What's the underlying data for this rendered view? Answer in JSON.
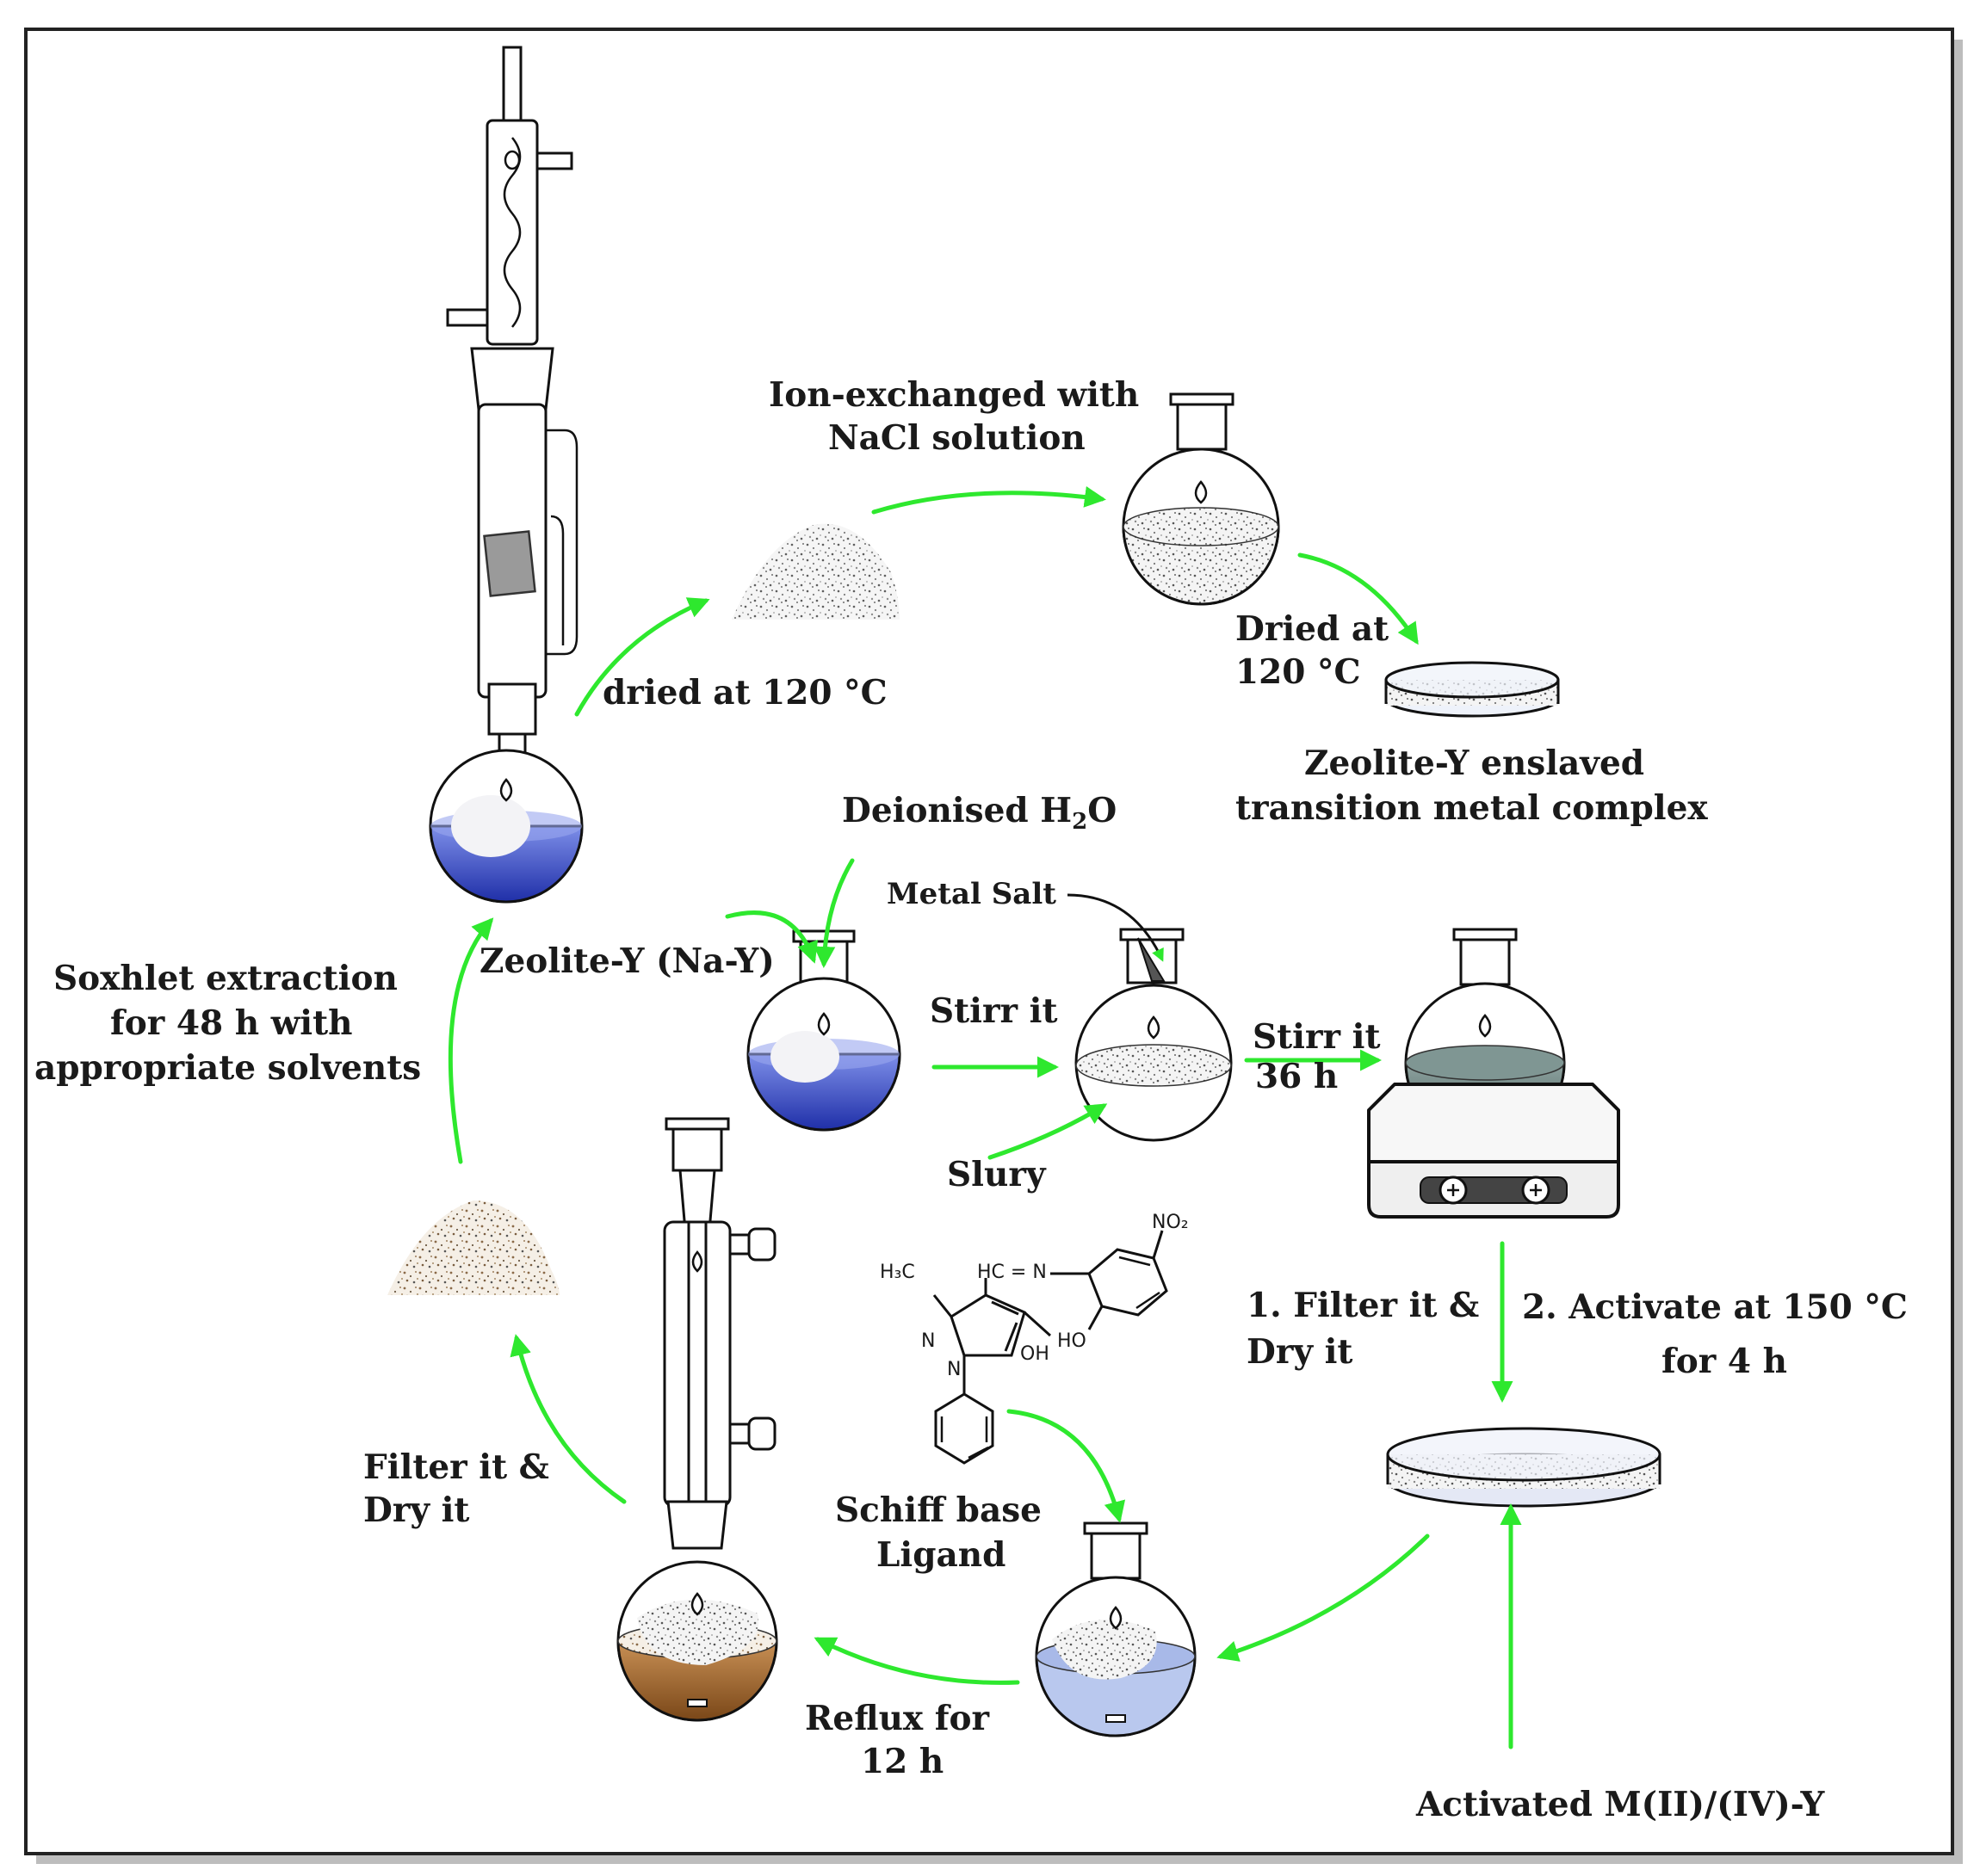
{
  "colors": {
    "arrow": "#2ee82e",
    "solvent_blue": "#4a5fd0",
    "slurry_blue": "#b9c8ee",
    "reflux_brown": "#a56a2e",
    "zeolite_powder": "#c9c9c9",
    "frame": "#222222"
  },
  "labels": {
    "dried_120": "dried at 120 °C",
    "ion_exchange_1": "Ion-exchanged  with",
    "ion_exchange_2": "NaCl solution",
    "dried_at_1": "Dried at",
    "dried_at_2": "120 °C",
    "product_1": "Zeolite-Y  enslaved",
    "product_2": "transition  metal  complex",
    "deionised": "Deionised  H",
    "deionised_sub": "2",
    "deionised_end": "O",
    "metal_salt": "Metal Salt",
    "zeolite_nay": "Zeolite-Y  (Na-Y)",
    "stirr_1": "Stirr  it",
    "stirr_2a": "Stirr  it",
    "stirr_2b": "36  h",
    "slurry": "Slury",
    "soxhlet_1": "Soxhlet  extraction",
    "soxhlet_2": "for 48 h with",
    "soxhlet_3": "appropriate  solvents",
    "filter_dry_1a": "1.  Filter  it  &",
    "filter_dry_1b": "Dry  it",
    "activate_1": "2.  Activate  at 150  °C",
    "activate_2": "for  4  h",
    "schiff_1": "Schiff  base",
    "schiff_2": "Ligand",
    "filter_dry_2a": "Filter  it  &",
    "filter_dry_2b": "Dry  it",
    "reflux_1": "Reflux  for",
    "reflux_2": "12  h",
    "activated": "Activated   M(II)/(IV)-Y"
  },
  "structure": {
    "h3c": "H₃C",
    "hc_n": "HC = N",
    "no2": "NO₂",
    "n_top": "N",
    "n_bot": "N",
    "oh": "OH",
    "ho": "HO"
  }
}
